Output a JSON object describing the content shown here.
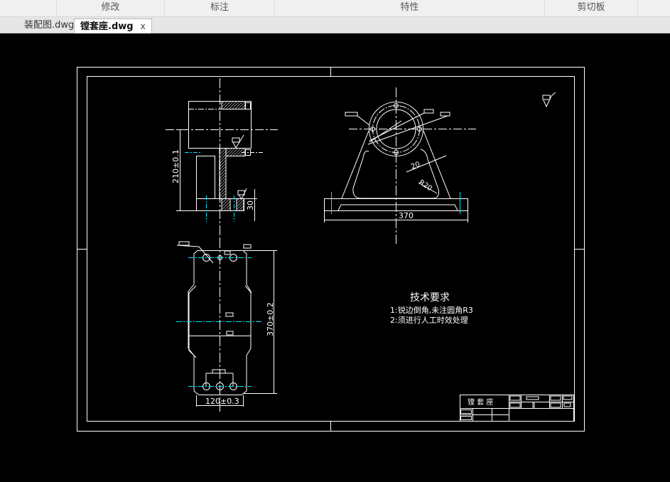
{
  "ribbon": {
    "groups": [
      "",
      "修改",
      "标注",
      "特性",
      "剪切板",
      ""
    ]
  },
  "tabs": [
    {
      "label": "装配图.dwg"
    },
    {
      "label": "镗套座.dwg",
      "close": "x"
    }
  ],
  "drawing": {
    "dims": {
      "side_height": "210±0.1",
      "side_base": "30",
      "front_width": "370",
      "front_rib": "20",
      "front_radius": "R20",
      "top_length": "370±0.2",
      "top_width": "120±0.3"
    },
    "tech": {
      "title": "技术要求",
      "line1": "1:锐边倒角,未注圆角R3",
      "line2": "2:须进行人工时效处理"
    },
    "title_block": {
      "part_name": "镗 套 座"
    },
    "colors": {
      "line": "#ffffff",
      "center": "#00e5ff",
      "bg": "#000000"
    }
  }
}
